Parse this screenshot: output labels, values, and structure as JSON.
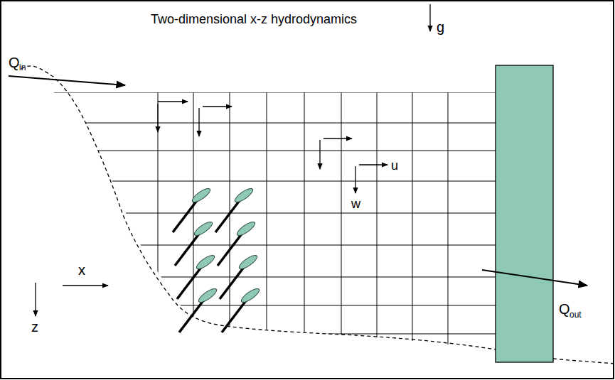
{
  "diagram": {
    "title": "Two-dimensional x-z hydrodynamics",
    "labels": [
      "g",
      "Q",
      "in",
      "u",
      "w",
      "x",
      "z",
      "Q",
      "out"
    ]
  }
}
